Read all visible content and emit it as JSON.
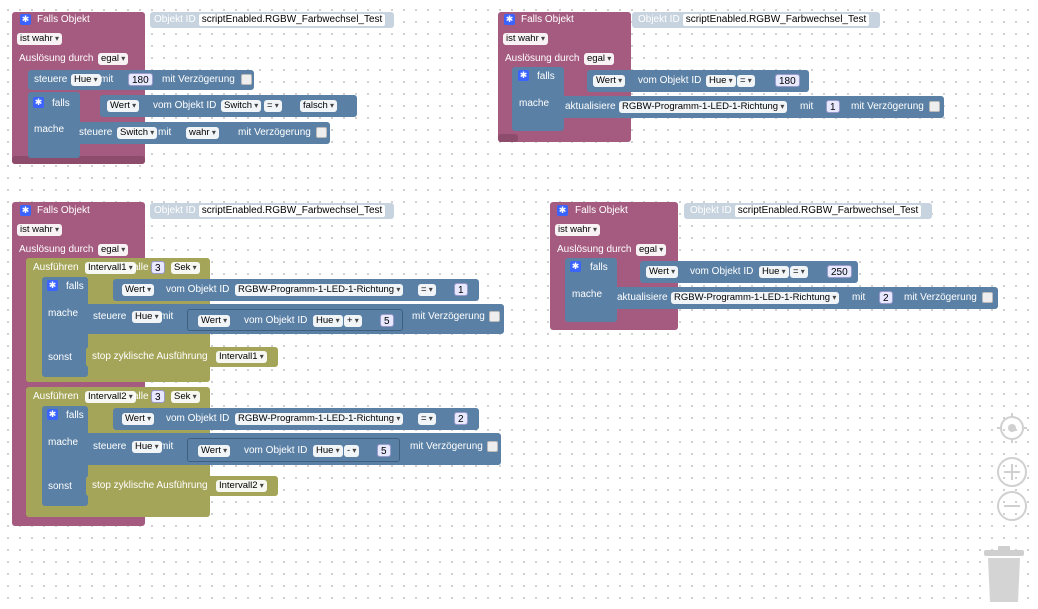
{
  "labels": {
    "falls_objekt": "Falls Objekt",
    "objekt_id": "Objekt ID",
    "ist_wahr": "ist wahr",
    "auslosung": "Auslösung durch",
    "egal": "egal",
    "steuere": "steuere",
    "mit": "mit",
    "mit_verzoegerung": "mit Verzögerung",
    "falls": "falls",
    "mache": "mache",
    "sonst": "sonst",
    "wert": "Wert",
    "vom_objekt_id": "vom Objekt ID",
    "aktualisiere": "aktualisiere",
    "ausfuehren": "Ausführen",
    "alle": "alle",
    "sek": "Sek",
    "stop_zyklisch": "stop zyklische Ausführung"
  },
  "script_object_id": "scriptEnabled.RGBW_Farbwechsel_Test",
  "blocks": {
    "b1": {
      "hue": "Hue",
      "hue_value": "180",
      "switch": "Switch",
      "eq": "=",
      "falsch": "falsch",
      "wahr": "wahr"
    },
    "b2": {
      "hue": "Hue",
      "eq": "=",
      "value": "180",
      "led": "RGBW-Programm-1-LED-1-Richtung",
      "led_value": "1"
    },
    "b3": {
      "interval1": "Intervall1",
      "interval2": "Intervall2",
      "period": "3",
      "led": "RGBW-Programm-1-LED-1-Richtung",
      "eq": "=",
      "cmp1": "1",
      "cmp2": "2",
      "hue": "Hue",
      "plus": "+",
      "minus": "-",
      "step": "5"
    },
    "b4": {
      "hue": "Hue",
      "eq": "=",
      "value": "250",
      "led": "RGBW-Programm-1-LED-1-Richtung",
      "led_value": "2"
    }
  },
  "workspace_controls": [
    "center-icon",
    "zoom-in-icon",
    "zoom-out-icon",
    "trash-icon"
  ]
}
